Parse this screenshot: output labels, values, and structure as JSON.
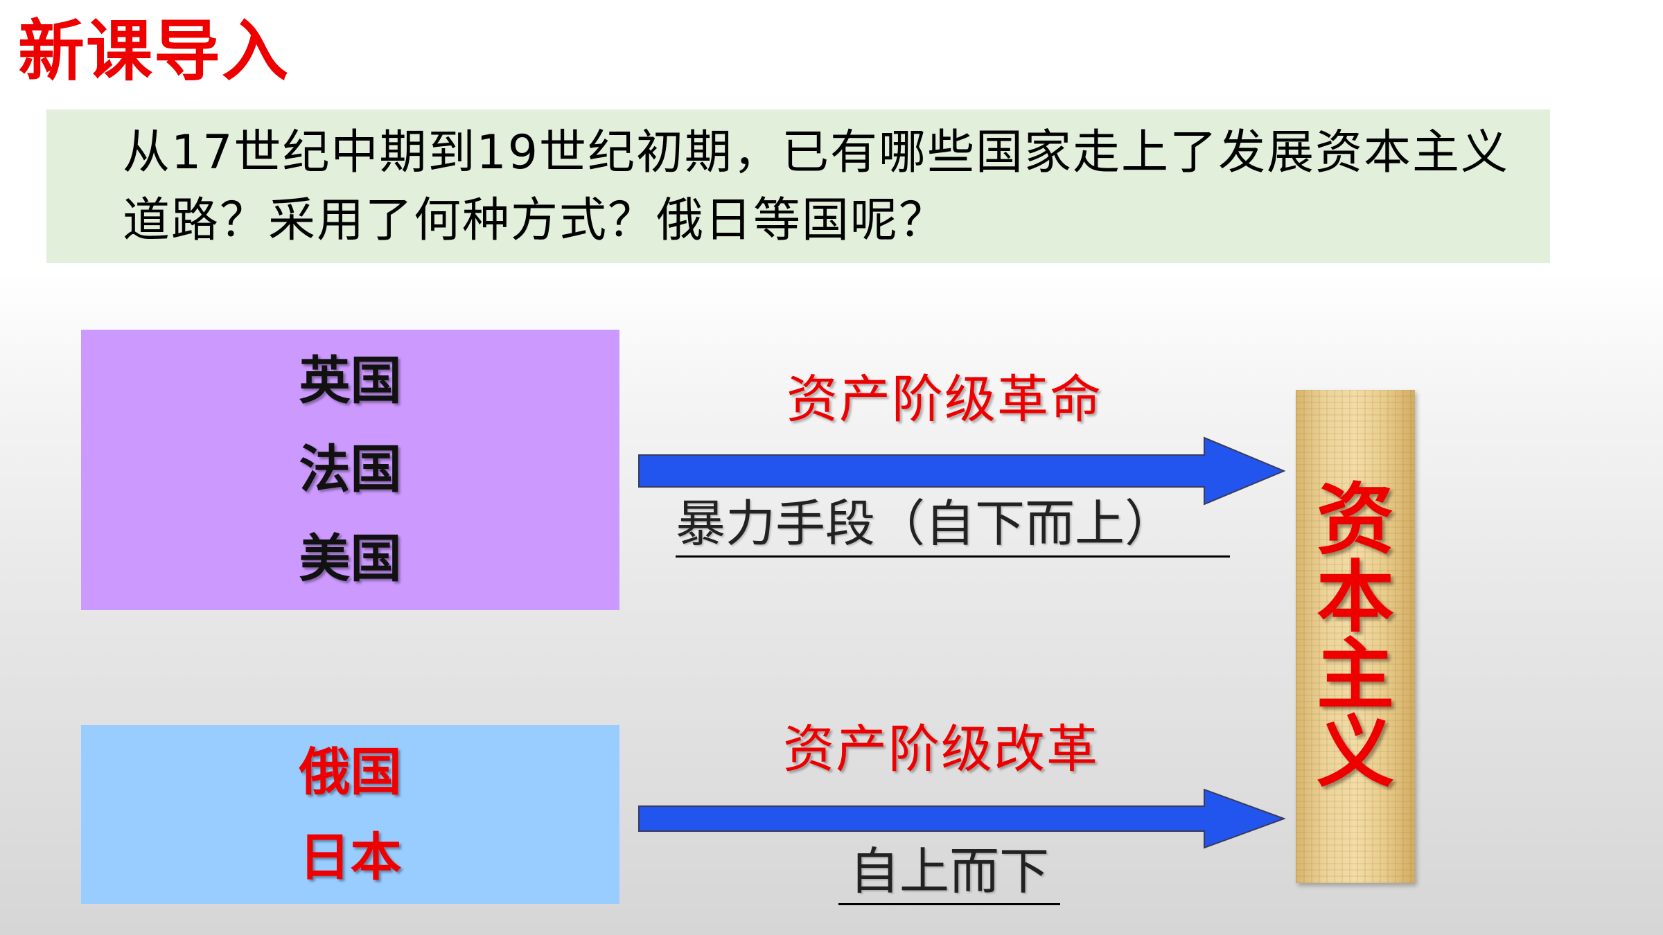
{
  "slide": {
    "title": "新课导入",
    "question": "从17世纪中期到19世纪初期，已有哪些国家走上了发展资本主义道路？采用了何种方式？俄日等国呢？"
  },
  "group_revolution": {
    "countries": [
      "英国",
      "法国",
      "美国"
    ],
    "method_title": "资产阶级革命",
    "method_desc": "暴力手段（自下而上）"
  },
  "group_reform": {
    "countries": [
      "俄国",
      "日本"
    ],
    "method_title": "资产阶级改革",
    "method_desc": "自上而下"
  },
  "target": {
    "label": "资本主义"
  },
  "colors": {
    "title_red": "#ee0000",
    "question_bg": "#e2efda",
    "revolution_box": "#cc99ff",
    "reform_box": "#99ccff",
    "arrow_blue": "#2255ee",
    "scroll_tan": "#ecd49a"
  }
}
